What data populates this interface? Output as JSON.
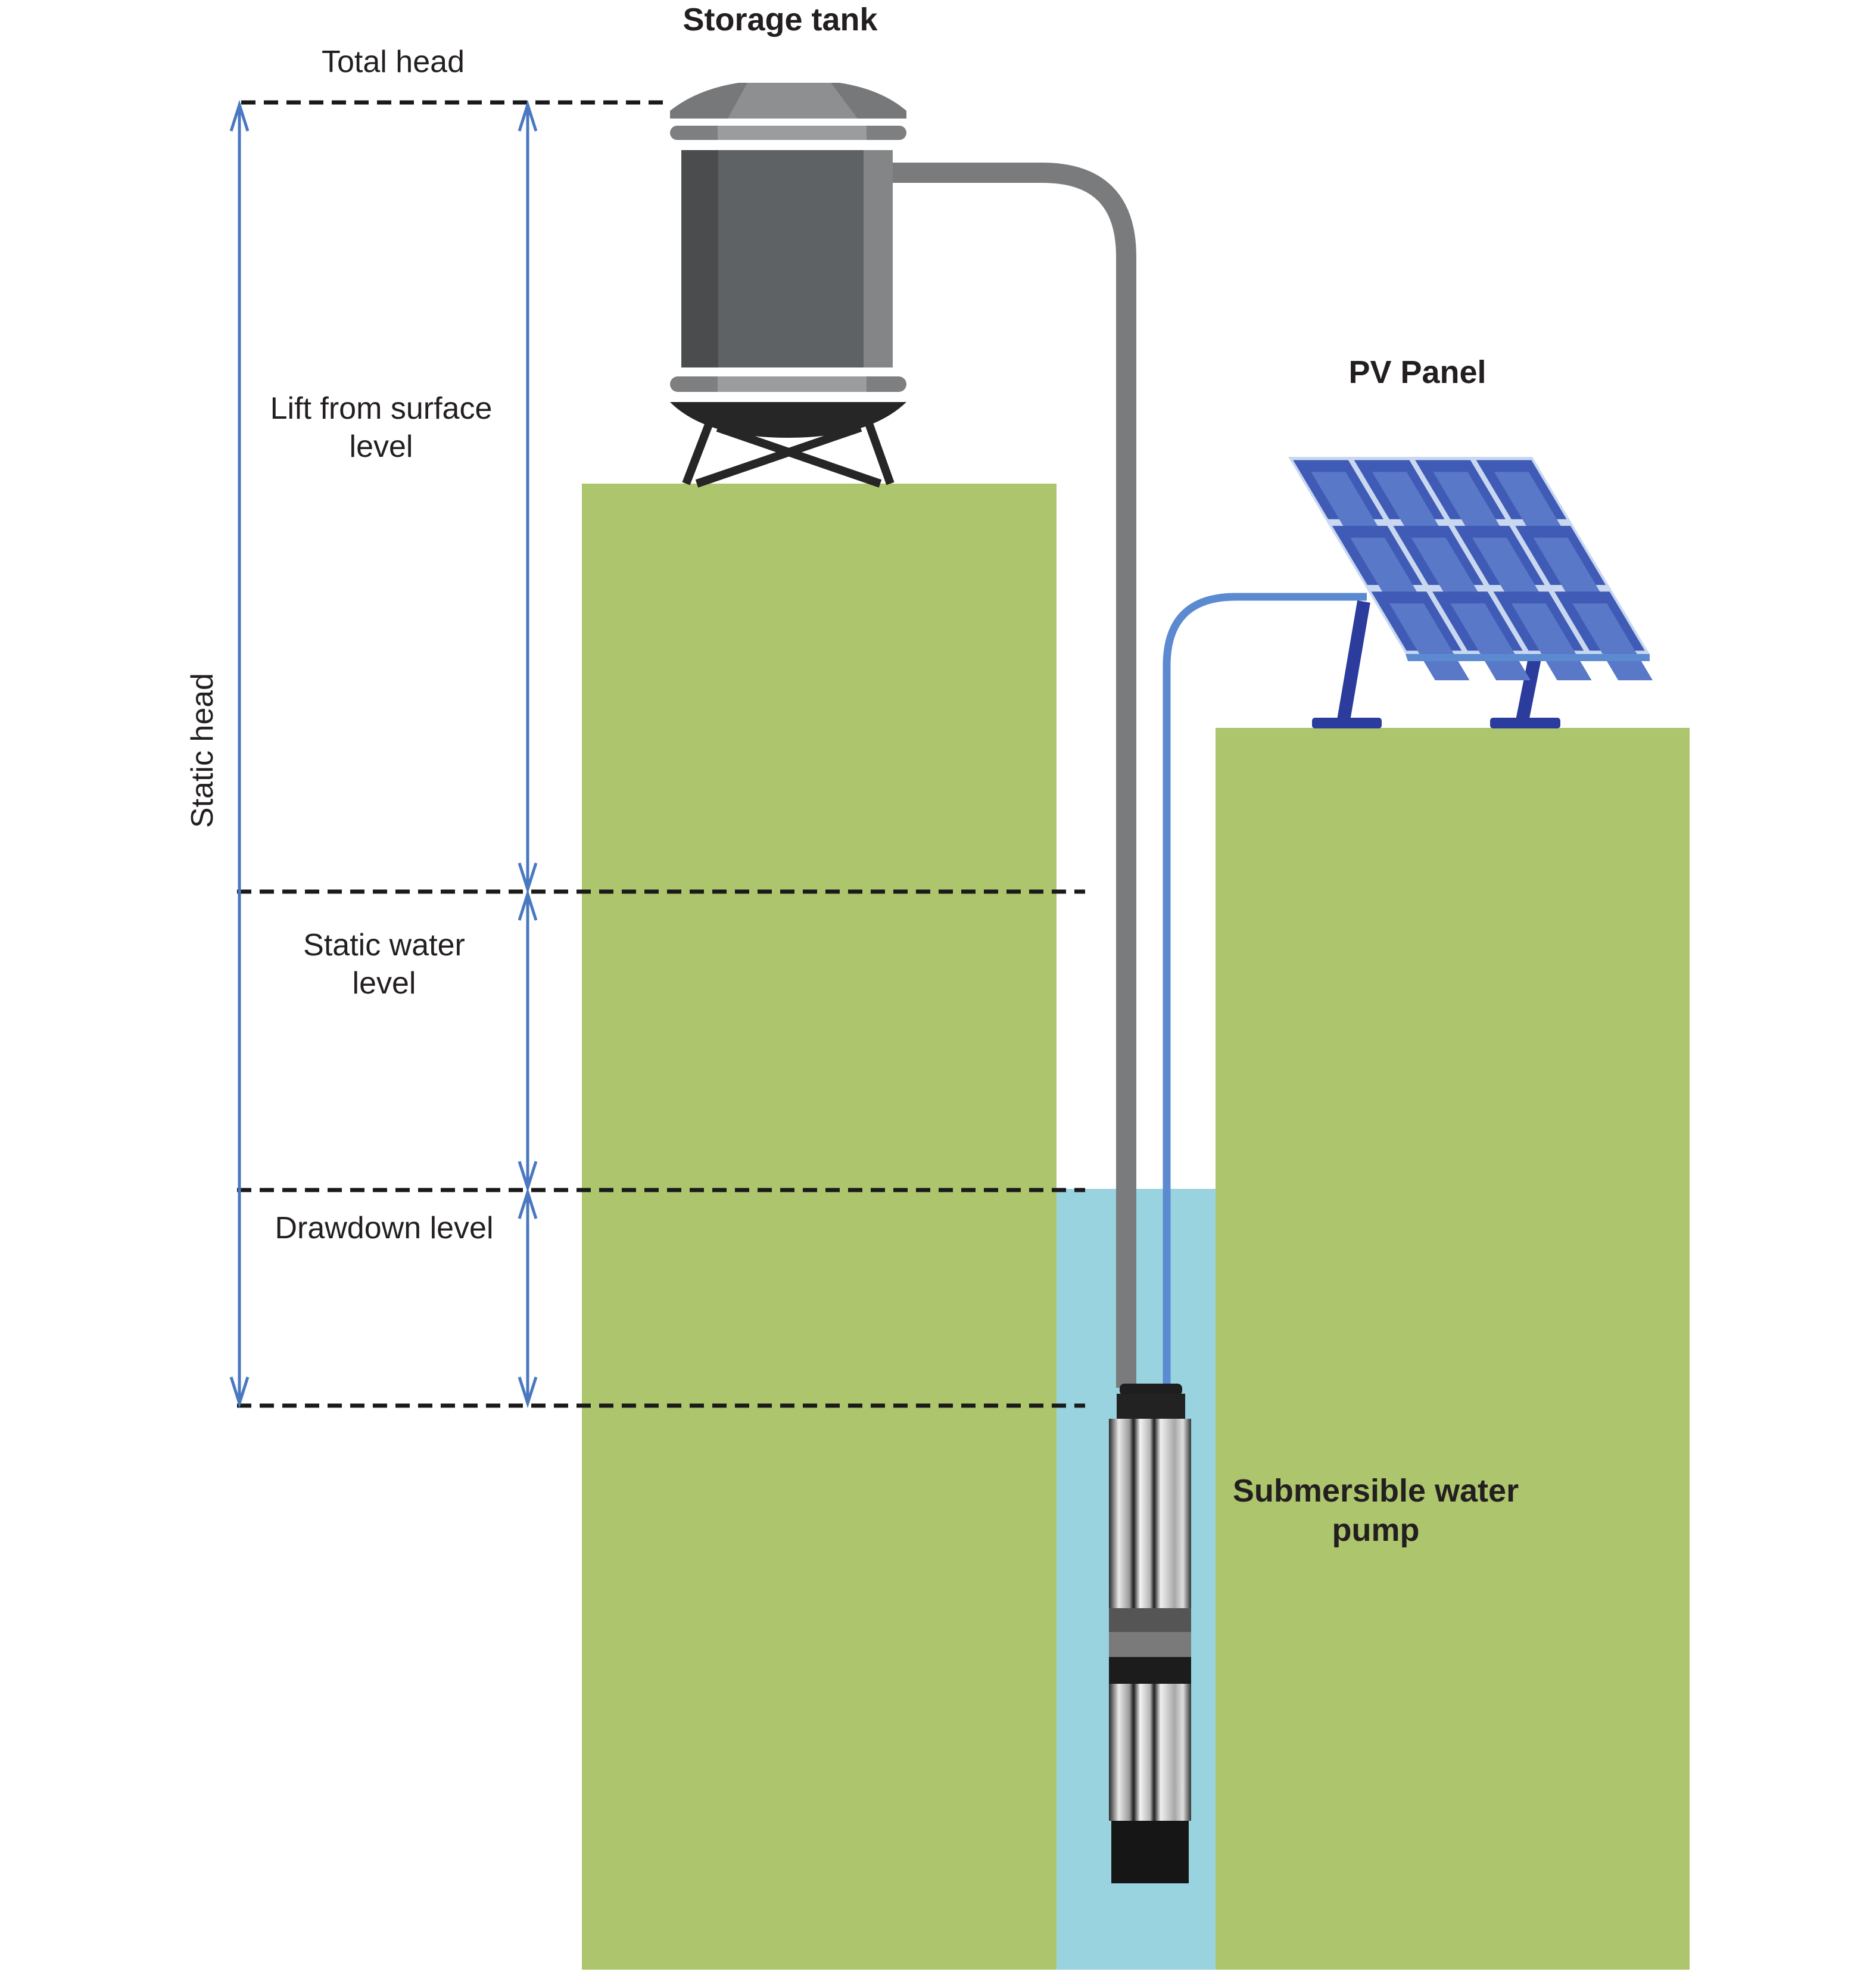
{
  "title": "Solar PV water pumping system head diagram",
  "labels": {
    "storage_tank": "Storage tank",
    "total_head": "Total head",
    "lift_from_surface": [
      "Lift from surface",
      "level"
    ],
    "static_head": "Static head",
    "static_water_level": [
      "Static water",
      "level"
    ],
    "drawdown_level": "Drawdown level",
    "pv_panel": "PV Panel",
    "submersible_pump": [
      "Submersible water",
      "pump"
    ]
  },
  "colors": {
    "ground": "#adc56d",
    "water": "#99d3df",
    "dimension_line": "#4a78c0",
    "dashed_level": "#1a1a1a",
    "delivery_pipe": "#7a7b7d",
    "power_cable": "#5b8ad0",
    "tank_body": "#5f6264",
    "tank_light": "#8a8c8e",
    "tank_stand": "#262626",
    "pv_cell": "#3f5bb5",
    "pv_cell_highlight": "#5a78c8",
    "pv_frame": "#c9d8f0",
    "pv_stand": "#2b3c9c",
    "text": "#231f20"
  },
  "pv_grid": {
    "rows": 3,
    "cols": 4
  }
}
